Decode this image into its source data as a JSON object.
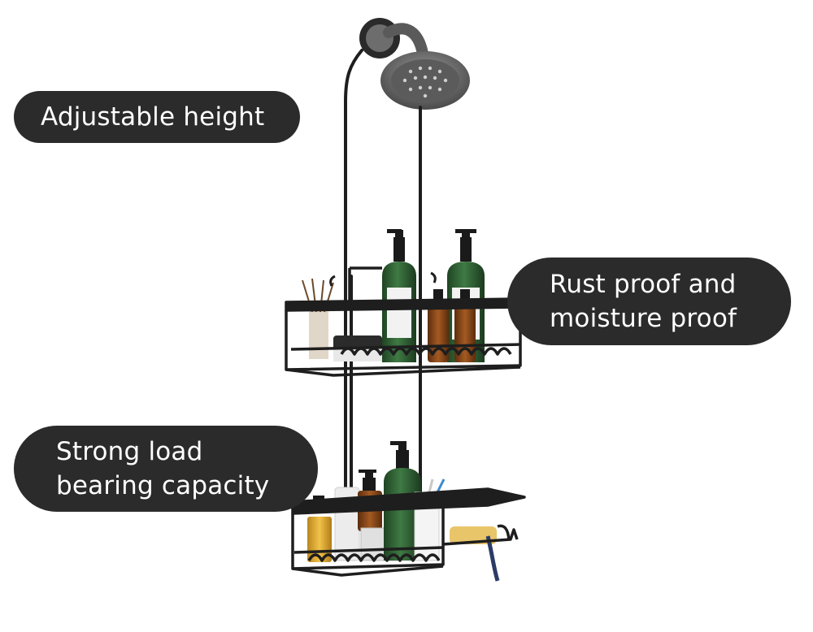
{
  "callouts": {
    "adjustable_height": {
      "line1": "Adjustable height"
    },
    "rust_proof": {
      "line1": "Rust proof and",
      "line2": "moisture proof"
    },
    "load_capacity": {
      "line1": "Strong load",
      "line2": "bearing capacity"
    }
  },
  "colors": {
    "background": "#ffffff",
    "pill": "#2b2b2b",
    "pill_text": "#ffffff",
    "rack_metal": "#1e1e1e",
    "bottle_green": "#2f5a32",
    "bottle_amber": "#8a4a1c"
  }
}
